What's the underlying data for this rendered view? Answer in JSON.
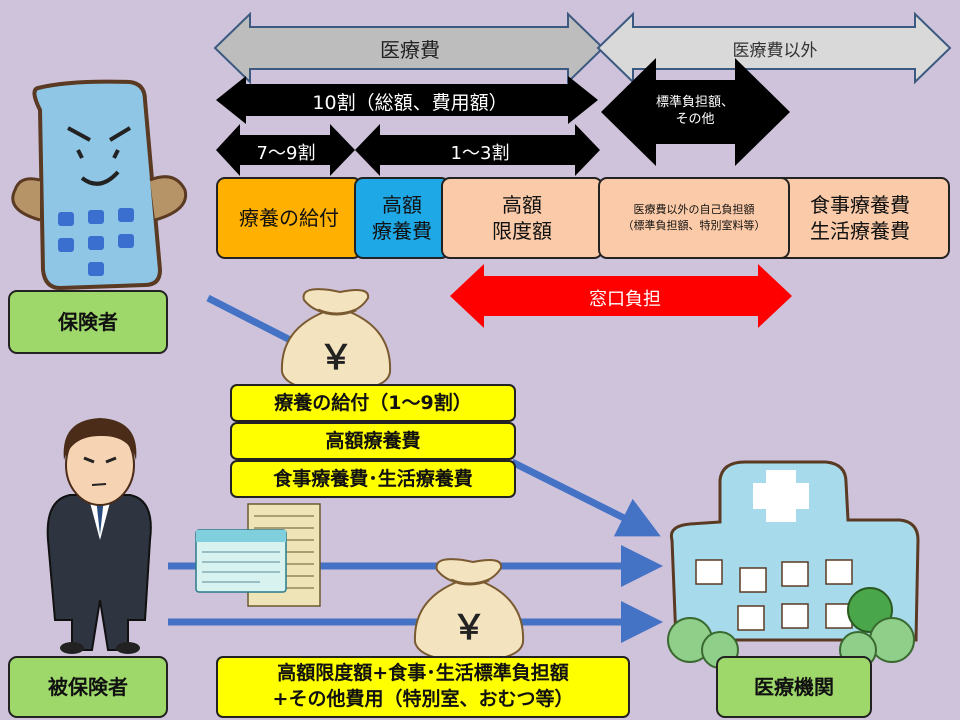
{
  "header": {
    "medical_cost": "医療費",
    "non_medical_cost": "医療費以外",
    "ten_wari": "10割（総額、費用額）",
    "seven_nine": "7〜9割",
    "one_three": "1〜3割",
    "standard_burden": "標準負担額、\nその他"
  },
  "segments": {
    "ryoyo_no_kyufu": "療養の給付",
    "kogaku_ryoyohi": "高額\n療養費",
    "kogaku_gendogaku": "高額\n限度額",
    "jiko_futan": "医療費以外の自己負担額\n（標準負担額、特別室料等）",
    "shokuji": "食事療養費\n生活療養費",
    "madoguchi": "窓口負担"
  },
  "actors": {
    "insurer": "保険者",
    "insured": "被保険者",
    "medical_institution": "医療機関"
  },
  "payments_from_insurer": [
    "療養の給付（1〜9割）",
    "高額療養費",
    "食事療養費･生活療養費"
  ],
  "payment_from_insured": "高額限度額+食事･生活標準負担額\n+その他費用（特別室、おむつ等）",
  "money_symbol": "￥",
  "colors": {
    "background": "#cfc3dc",
    "orange": "#ffb000",
    "blue": "#1fa8e6",
    "peach": "#fbcaa8",
    "yellow": "#ffff00",
    "green_label": "#9fd86a",
    "red_arrow": "#ff0000",
    "blue_arrow": "#4472c4"
  }
}
